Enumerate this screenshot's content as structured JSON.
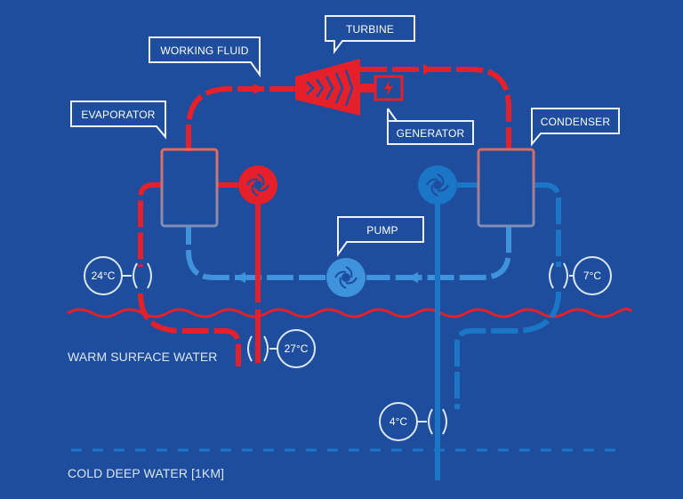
{
  "colors": {
    "background": "#1d4d9c",
    "hot": "#e5202b",
    "cold": "#1c76c8",
    "cold_light": "#3f93dc",
    "outline": "#ffffff",
    "box": "#f0f4fa"
  },
  "callouts": {
    "turbine": "TURBINE",
    "working_fluid": "WORKING FLUID",
    "evaporator": "EVAPORATOR",
    "generator": "GENERATOR",
    "condenser": "CONDENSER",
    "pump": "PUMP"
  },
  "temperatures": {
    "warm_intake": "24°C",
    "warm_return": "27°C",
    "cold_return": "7°C",
    "deep_intake": "4°C"
  },
  "water_layers": {
    "surface": "WARM SURFACE WATER",
    "deep": "COLD DEEP WATER [1KM]"
  },
  "icons": {
    "generator": "lightning-bolt-icon",
    "pump": "pump-fan-icon"
  }
}
